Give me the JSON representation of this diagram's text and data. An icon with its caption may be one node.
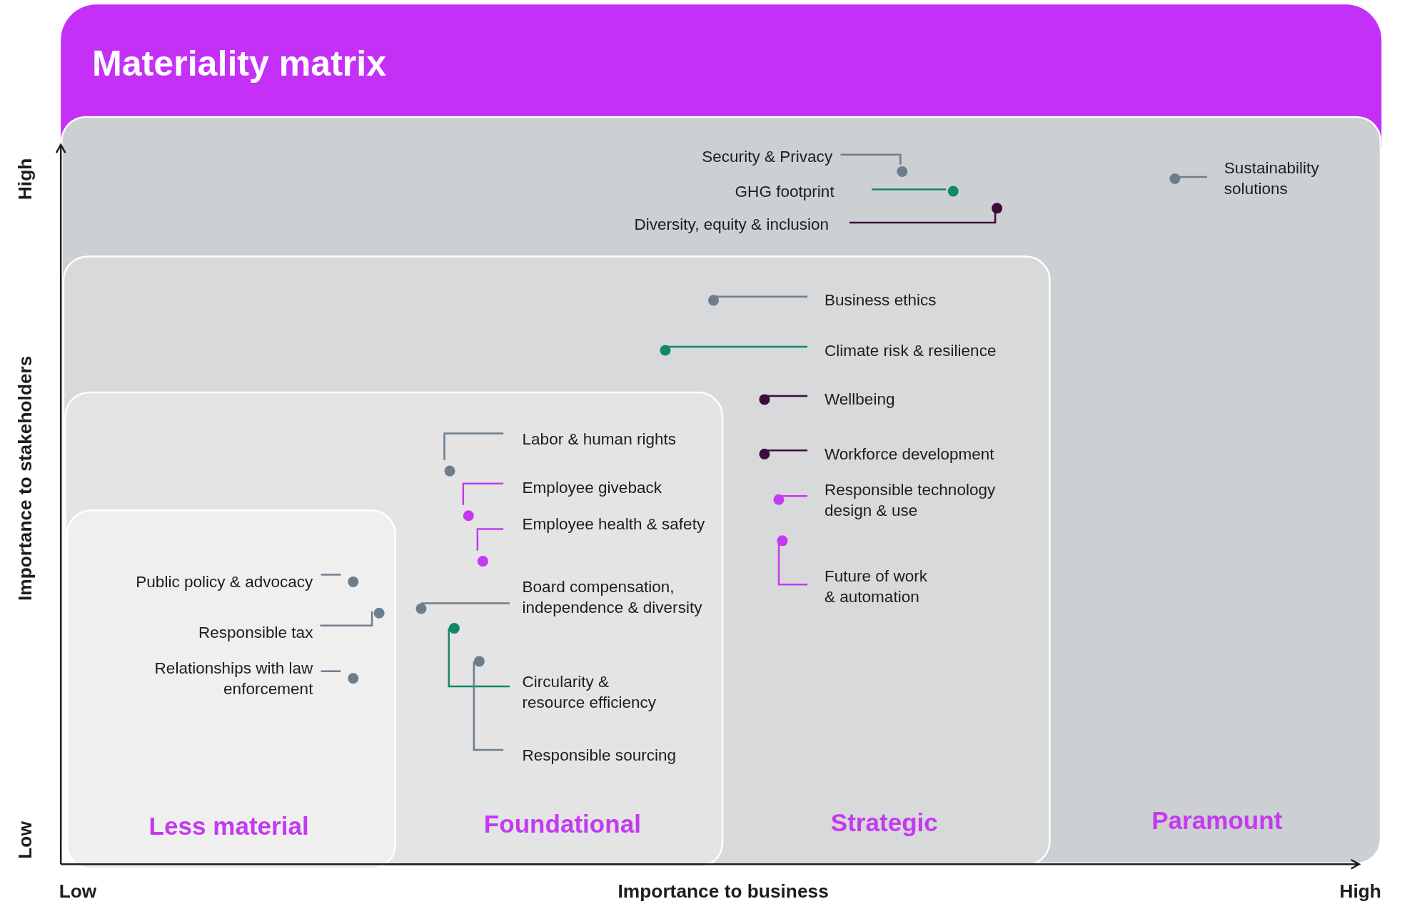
{
  "diagram": {
    "title": "Materiality matrix",
    "nodes": [
      {
        "text": [
          "Paramount"
        ]
      },
      {
        "text": [
          "Strategic"
        ],
        "in": 0
      },
      {
        "text": [
          "Foundational"
        ],
        "in": 1
      },
      {
        "text": [
          "Less material"
        ],
        "in": 2
      },
      {
        "text": [
          "Security & Privacy"
        ],
        "in": 0
      },
      {
        "text": [],
        "shape": "circle",
        "in": 0
      },
      {
        "text": [
          "GHG footprint"
        ],
        "in": 0
      },
      {
        "text": [],
        "shape": "circle",
        "in": 0
      },
      {
        "text": [
          "Diversity, equity & inclusion"
        ],
        "in": 0
      },
      {
        "text": [],
        "shape": "circle",
        "in": 0
      },
      {
        "text": [
          "Sustainability solutions"
        ],
        "in": 0
      },
      {
        "text": [],
        "shape": "circle",
        "in": 0
      },
      {
        "text": [
          "Business ethics"
        ],
        "in": 1
      },
      {
        "text": [],
        "shape": "circle",
        "in": 1
      },
      {
        "text": [
          "Climate risk & resilience"
        ],
        "in": 1
      },
      {
        "text": [],
        "shape": "circle",
        "in": 1
      },
      {
        "text": [
          "Wellbeing"
        ],
        "in": 1
      },
      {
        "text": [],
        "shape": "circle",
        "in": 1
      },
      {
        "text": [
          "Workforce development"
        ],
        "in": 1
      },
      {
        "text": [],
        "shape": "circle",
        "in": 1
      },
      {
        "text": [
          "Responsible technology design & use"
        ],
        "in": 1
      },
      {
        "text": [],
        "shape": "circle",
        "in": 1
      },
      {
        "text": [
          "Future of work & automation"
        ],
        "in": 1
      },
      {
        "text": [],
        "shape": "circle",
        "in": 1
      },
      {
        "text": [
          "Labor & human rights"
        ],
        "in": 2
      },
      {
        "text": [],
        "shape": "circle",
        "in": 2
      },
      {
        "text": [
          "Employee giveback"
        ],
        "in": 2
      },
      {
        "text": [],
        "shape": "circle",
        "in": 2
      },
      {
        "text": [
          "Employee health & safety"
        ],
        "in": 2
      },
      {
        "text": [],
        "shape": "circle",
        "in": 2
      },
      {
        "text": [
          "Board compensation, independence & diversity"
        ],
        "in": 2
      },
      {
        "text": [],
        "shape": "circle",
        "in": 2
      },
      {
        "text": [
          "Circularity & resource efficiency"
        ],
        "in": 2
      },
      {
        "text": [],
        "shape": "circle",
        "in": 2
      },
      {
        "text": [
          "Responsible sourcing"
        ],
        "in": 2
      },
      {
        "text": [],
        "shape": "circle",
        "in": 2
      },
      {
        "text": [
          "Public policy & advocacy"
        ],
        "in": 3
      },
      {
        "text": [],
        "shape": "circle",
        "in": 3
      },
      {
        "text": [
          "Responsible tax"
        ],
        "in": 3
      },
      {
        "text": [],
        "shape": "circle",
        "in": 3
      },
      {
        "text": [
          "Relationships with law enforcement"
        ],
        "in": 3
      },
      {
        "text": [],
        "shape": "circle",
        "in": 3
      }
    ],
    "edges": [
      {
        "from": 4,
        "to": 5,
        "arrow": "none"
      },
      {
        "from": 6,
        "to": 7,
        "arrow": "none",
        "color": "#12876a"
      },
      {
        "from": 8,
        "to": 9,
        "arrow": "none",
        "color": "#3b0d3d"
      },
      {
        "from": 10,
        "to": 11,
        "arrow": "none"
      },
      {
        "from": 12,
        "to": 13,
        "arrow": "none"
      },
      {
        "from": 14,
        "to": 15,
        "arrow": "none",
        "color": "#12876a"
      },
      {
        "from": 16,
        "to": 17,
        "arrow": "none",
        "color": "#3b0d3d"
      },
      {
        "from": 18,
        "to": 19,
        "arrow": "none",
        "color": "#3b0d3d"
      },
      {
        "from": 20,
        "to": 21,
        "arrow": "none",
        "color": "#c43af0"
      },
      {
        "from": 22,
        "to": 23,
        "arrow": "none",
        "color": "#c43af0"
      },
      {
        "from": 24,
        "to": 25,
        "arrow": "none"
      },
      {
        "from": 26,
        "to": 27,
        "arrow": "none",
        "color": "#c43af0"
      },
      {
        "from": 28,
        "to": 29,
        "arrow": "none",
        "color": "#c43af0"
      },
      {
        "from": 30,
        "to": 31,
        "arrow": "none"
      },
      {
        "from": 32,
        "to": 33,
        "arrow": "none",
        "color": "#12876a"
      },
      {
        "from": 34,
        "to": 35,
        "arrow": "none"
      },
      {
        "from": 36,
        "to": 37,
        "arrow": "none"
      },
      {
        "from": 38,
        "to": 39,
        "arrow": "none"
      },
      {
        "from": 40,
        "to": 41,
        "arrow": "none"
      }
    ],
    "labels": [
      "High",
      "Importance to stakeholders",
      "Low",
      "Low",
      "Importance to business",
      "High"
    ]
  }
}
